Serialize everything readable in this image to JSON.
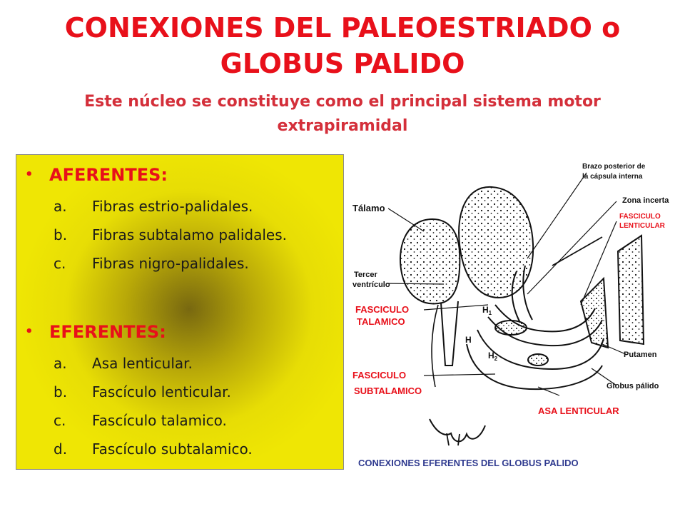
{
  "slide": {
    "title_line1": "CONEXIONES DEL PALEOESTRIADO o",
    "title_line2": "GLOBUS PALIDO",
    "subtitle_line1": "Este núcleo se constituye como el principal sistema motor",
    "subtitle_line2": "extrapiramidal"
  },
  "afferents": {
    "heading": "AFERENTES:",
    "items": [
      {
        "marker": "a.",
        "text": "Fibras estrio-palidales."
      },
      {
        "marker": "b.",
        "text": "Fibras subtalamo palidales."
      },
      {
        "marker": "c.",
        "text": "Fibras nigro-palidales."
      }
    ]
  },
  "efferents": {
    "heading": "EFERENTES:",
    "items": [
      {
        "marker": "a.",
        "text": "Asa lenticular."
      },
      {
        "marker": "b.",
        "text": "Fascículo lenticular."
      },
      {
        "marker": "c.",
        "text": "Fascículo talamico."
      },
      {
        "marker": "d.",
        "text": "Fascículo subtalamico."
      }
    ]
  },
  "diagram": {
    "caption": "CONEXIONES EFERENTES DEL GLOBUS PALIDO",
    "labels": {
      "talamo": "Tálamo",
      "tercer_line1": "Tercer",
      "tercer_line2": "ventrículo",
      "brazo_line1": "Brazo posterior de",
      "brazo_line2": "la cápsula interna",
      "zona_incerta": "Zona incerta",
      "putamen": "Putamen",
      "globus": "Globus pálido",
      "h1": "H",
      "h1_sub": "1",
      "h": "H",
      "h2": "H",
      "h2_sub": "2"
    },
    "red_labels": {
      "fasc_lent_line1": "FASCICULO",
      "fasc_lent_line2": "LENTICULAR",
      "fasc_tal_line1": "FASCICULO",
      "fasc_tal_line2": "TALAMICO",
      "fasc_sub_line1": "FASCICULO",
      "fasc_sub_line2": "SUBTALAMICO",
      "asa": "ASA LENTICULAR"
    },
    "colors": {
      "red_label": "#e8101a",
      "caption": "#2f3a8f",
      "ink": "#111111"
    }
  }
}
